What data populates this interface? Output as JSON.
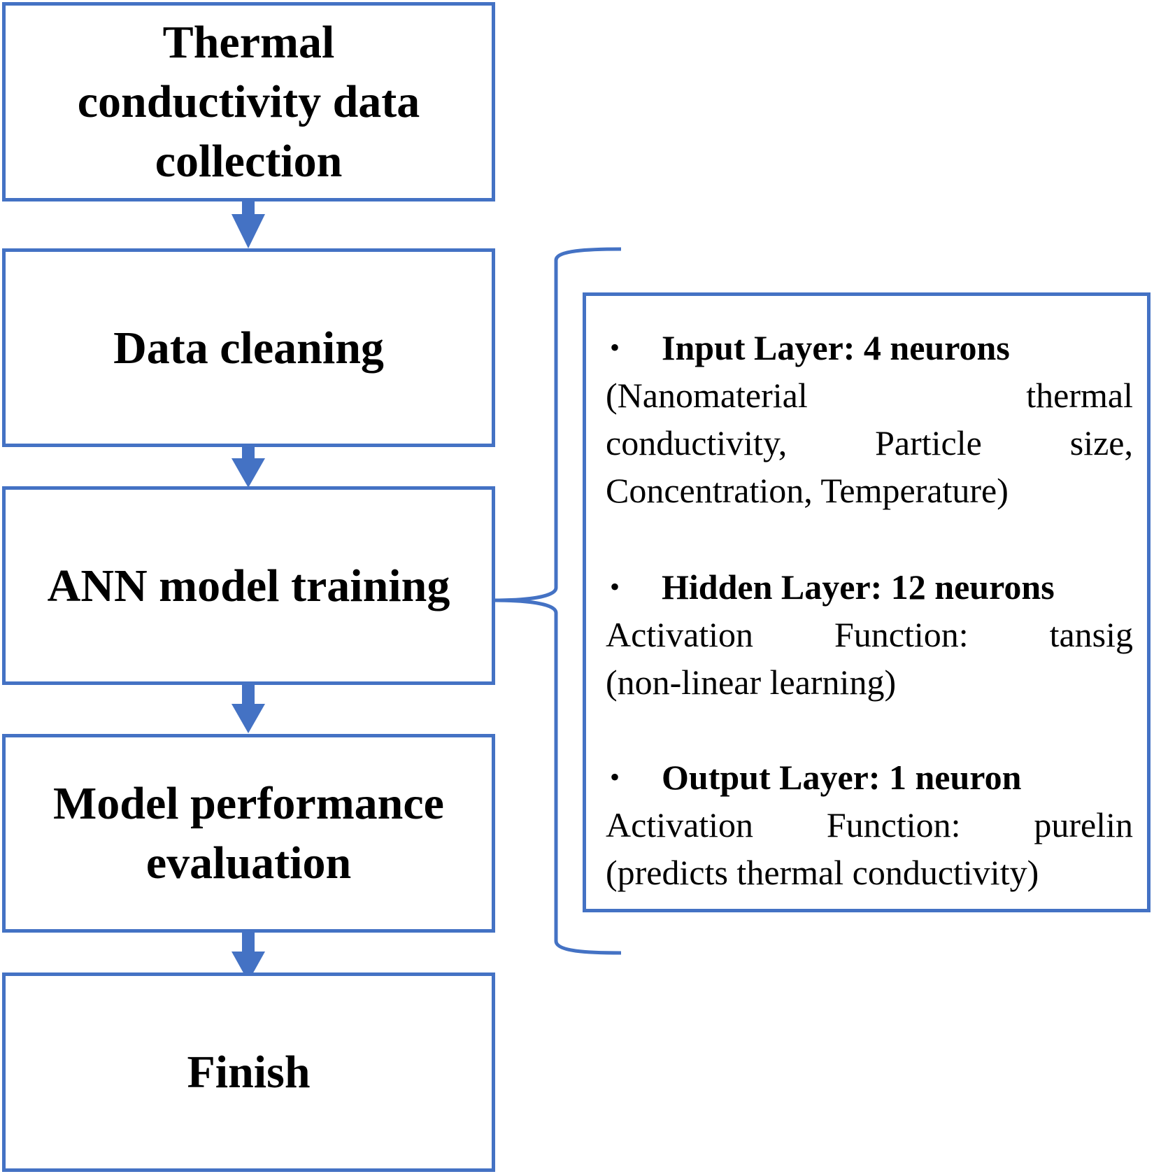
{
  "colors": {
    "stroke": "#4472c4",
    "text": "#000000",
    "background": "#ffffff"
  },
  "flow_steps": [
    {
      "label": "Thermal\nconductivity data\ncollection"
    },
    {
      "label": "Data cleaning"
    },
    {
      "label": "ANN model training"
    },
    {
      "label": "Model performance\nevaluation"
    },
    {
      "label": "Finish"
    }
  ],
  "ann_details": {
    "bullet": "•",
    "input": {
      "title": "Input Layer: 4 neurons",
      "line1": [
        "(Nanomaterial",
        "thermal"
      ],
      "line2": [
        "conductivity,",
        "Particle",
        "size,"
      ],
      "line3": "Concentration, Temperature)"
    },
    "hidden": {
      "title": "Hidden Layer: 12 neurons",
      "line1": [
        "Activation",
        "Function:",
        "tansig"
      ],
      "line2": "(non-linear learning)"
    },
    "output": {
      "title": "Output Layer: 1 neuron",
      "line1": [
        "Activation",
        "Function:",
        "purelin"
      ],
      "line2": "(predicts thermal conductivity)"
    }
  }
}
